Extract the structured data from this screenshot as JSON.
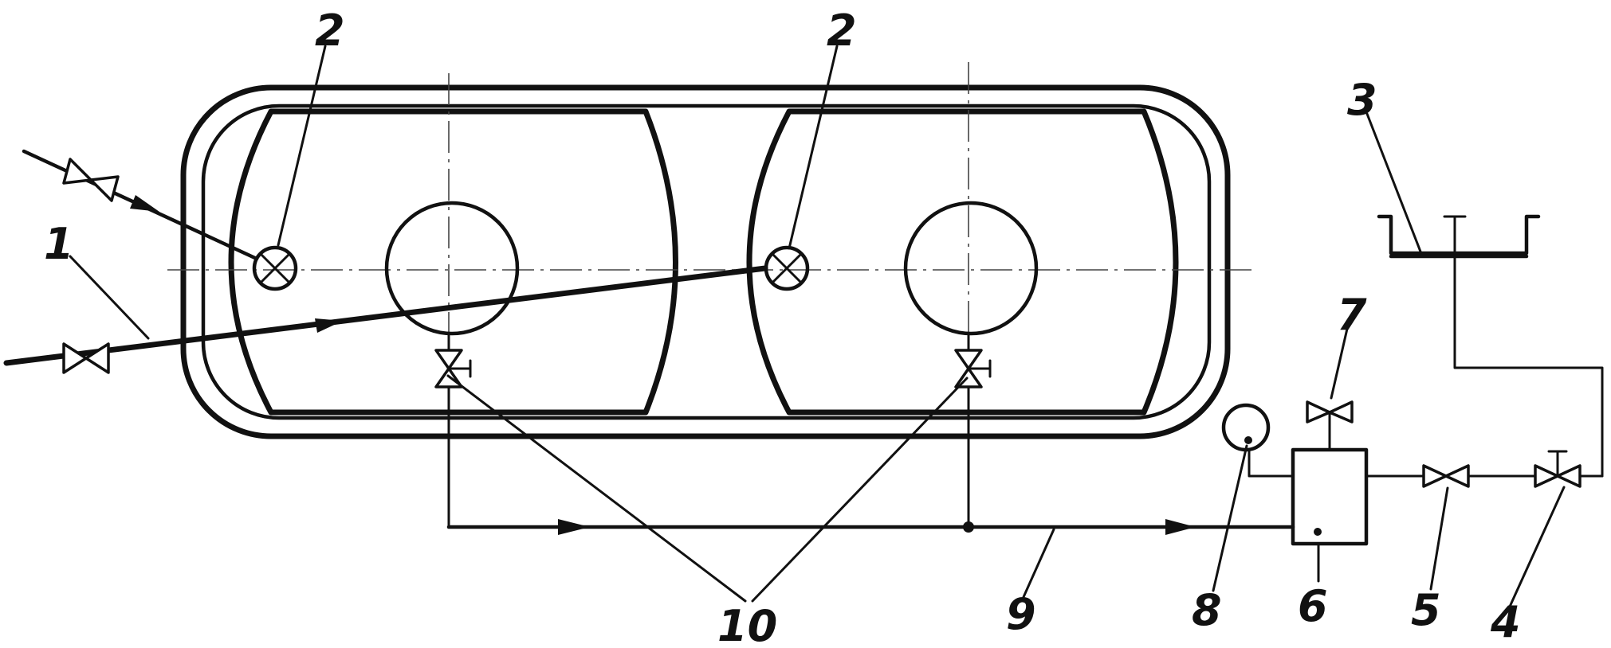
{
  "labels": {
    "l1": "1",
    "l2a": "2",
    "l2b": "2",
    "l3": "3",
    "l4": "4",
    "l5": "5",
    "l6": "6",
    "l7": "7",
    "l8": "8",
    "l9": "9",
    "l10": "10"
  }
}
